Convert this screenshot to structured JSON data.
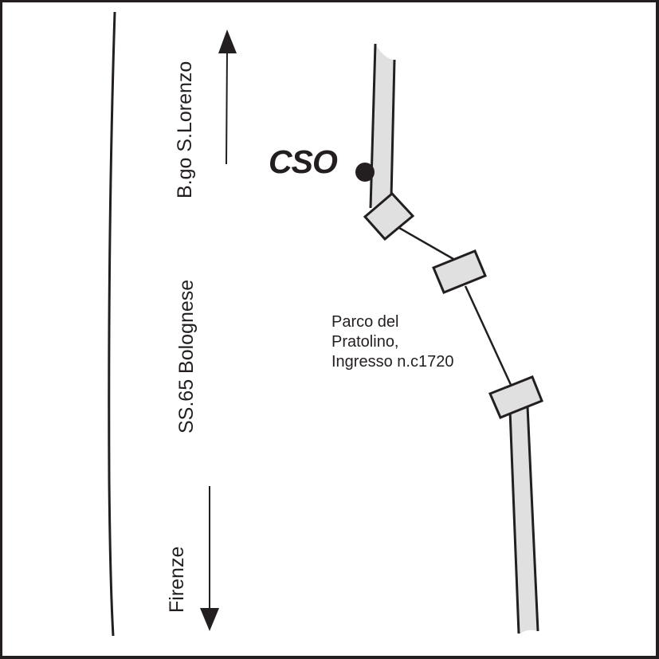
{
  "map": {
    "title": "Location map: CSO near Parco del Pratolino",
    "colors": {
      "ink": "#231f20",
      "road_fill": "#e0e0e0",
      "background": "#ffffff"
    },
    "labels": {
      "north_direction": "B.go S.Lorenzo",
      "main_road": "SS.65 Bolognese",
      "south_direction": "Firenze",
      "marker": "CSO",
      "park_line1": "Parco del",
      "park_line2": "Pratolino,",
      "park_line3": "Ingresso n.c1720"
    },
    "icons": {
      "north_arrow": "arrow-up-icon",
      "south_arrow": "arrow-down-icon",
      "location_marker": "dot-icon",
      "gate": "rectangle-gate-icon"
    }
  }
}
